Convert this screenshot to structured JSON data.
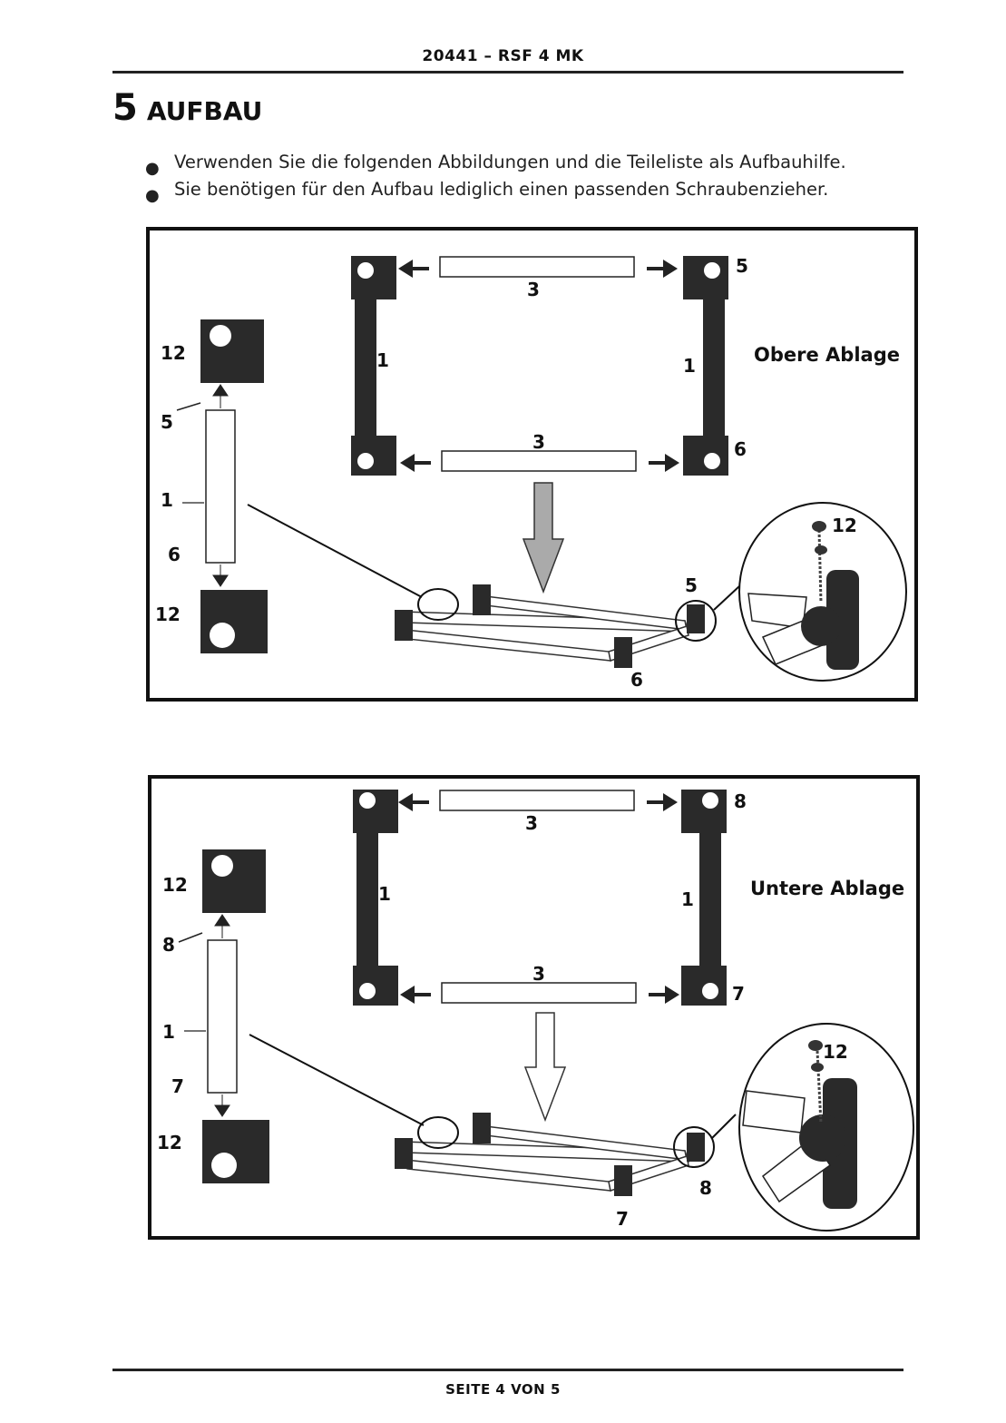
{
  "header": {
    "title": "20441 – RSF 4 MK"
  },
  "section": {
    "number": "5",
    "title": "AUFBAU"
  },
  "bullets": [
    "Verwenden Sie die folgenden Abbildungen und die Teileliste als Aufbauhilfe.",
    "Sie benötigen für den Aufbau lediglich einen passenden Schraubenzieher."
  ],
  "figures": [
    {
      "shelf_label": "Obere Ablage",
      "parts": {
        "side": "1",
        "bar": "3",
        "top_right": "5",
        "bottom_right": "6",
        "left_top_num": "12",
        "left_top_conn": "5",
        "left_mid": "1",
        "left_bot_conn": "6",
        "left_bot_num": "12",
        "frame_right": "5",
        "frame_bottom": "6",
        "screw": "12"
      },
      "arrow_style": "filled-grey"
    },
    {
      "shelf_label": "Untere Ablage",
      "parts": {
        "side": "1",
        "bar": "3",
        "top_right": "8",
        "bottom_right": "7",
        "left_top_num": "12",
        "left_top_conn": "8",
        "left_mid": "1",
        "left_bot_conn": "7",
        "left_bot_num": "12",
        "frame_right": "8",
        "frame_bottom": "7",
        "screw": "12"
      },
      "arrow_style": "outline"
    }
  ],
  "footer": {
    "page": "SEITE 4 VON 5"
  }
}
